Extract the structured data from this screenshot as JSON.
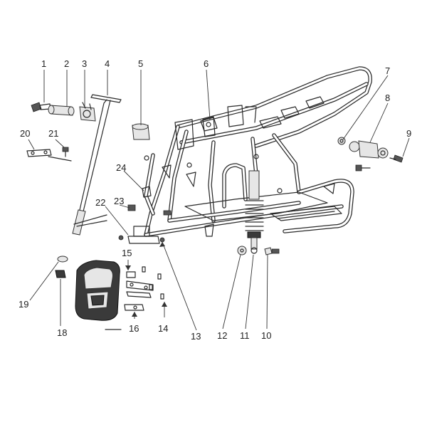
{
  "callouts": [
    {
      "id": "1",
      "label": "1"
    },
    {
      "id": "2",
      "label": "2"
    },
    {
      "id": "3",
      "label": "3"
    },
    {
      "id": "4",
      "label": "4"
    },
    {
      "id": "5",
      "label": "5"
    },
    {
      "id": "6",
      "label": "6"
    },
    {
      "id": "7",
      "label": "7"
    },
    {
      "id": "8",
      "label": "8"
    },
    {
      "id": "9",
      "label": "9"
    },
    {
      "id": "10",
      "label": "10"
    },
    {
      "id": "11",
      "label": "11"
    },
    {
      "id": "12",
      "label": "12"
    },
    {
      "id": "13",
      "label": "13"
    },
    {
      "id": "14",
      "label": "14"
    },
    {
      "id": "15",
      "label": "15"
    },
    {
      "id": "16",
      "label": "16"
    },
    {
      "id": "18",
      "label": "18"
    },
    {
      "id": "19",
      "label": "19"
    },
    {
      "id": "20",
      "label": "20"
    },
    {
      "id": "21",
      "label": "21"
    },
    {
      "id": "22",
      "label": "22"
    },
    {
      "id": "23",
      "label": "23"
    },
    {
      "id": "24",
      "label": "24"
    }
  ]
}
